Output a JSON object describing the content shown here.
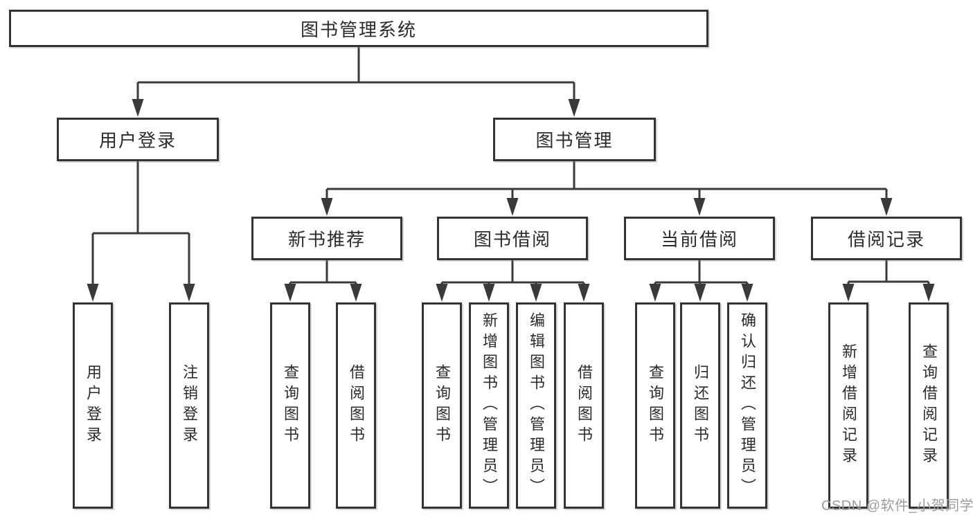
{
  "diagram": {
    "root": {
      "label": "图书管理系统"
    },
    "branches": [
      {
        "label": "用户登录",
        "children": [
          {
            "label": "用户登录"
          },
          {
            "label": "注销登录"
          }
        ]
      },
      {
        "label": "图书管理",
        "children": [
          {
            "label": "新书推荐",
            "children": [
              {
                "label": "查询图书"
              },
              {
                "label": "借阅图书"
              }
            ]
          },
          {
            "label": "图书借阅",
            "children": [
              {
                "label": "查询图书"
              },
              {
                "label": "新增图书（管理员）"
              },
              {
                "label": "编辑图书（管理员）"
              },
              {
                "label": "借阅图书"
              }
            ]
          },
          {
            "label": "当前借阅",
            "children": [
              {
                "label": "查询图书"
              },
              {
                "label": "归还图书"
              },
              {
                "label": "确认归还（管理员）"
              }
            ]
          },
          {
            "label": "借阅记录",
            "children": [
              {
                "label": "新增借阅记录"
              },
              {
                "label": "查询借阅记录"
              }
            ]
          }
        ]
      }
    ]
  },
  "watermark": {
    "text": "CSDN @软件_小贺同学",
    "color": "#9c9c9c"
  },
  "colors": {
    "line": "#3a3a3a",
    "box_border": "#333333",
    "box_fill": "#ffffff",
    "text": "#2b2b2b",
    "background": "#ffffff"
  }
}
